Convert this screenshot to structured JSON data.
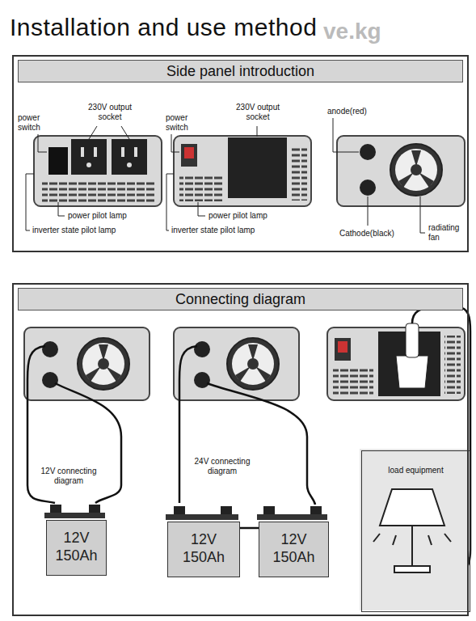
{
  "diagram": {
    "title": "Installation and use method",
    "nodes": [
      {
        "text": [
          "Side panel introduction"
        ]
      },
      {
        "text": [
          "Connecting diagram"
        ]
      },
      {
        "text": [
          "12V 150Ah"
        ],
        "in": 1
      },
      {
        "text": [
          "12V 150Ah"
        ],
        "in": 1
      },
      {
        "text": [
          "12V 150Ah"
        ],
        "in": 1
      },
      {
        "text": [
          "load equipment"
        ],
        "in": 1
      }
    ],
    "edges": [
      {
        "from": 3,
        "to": 4,
        "arrow": "none"
      }
    ],
    "labels": [
      "ve.kg",
      "power switch",
      "230V output socket",
      "power switch",
      "230V output socket",
      "anode(red)",
      "power pilot lamp",
      "inverter state pilot lamp",
      "power pilot lamp",
      "inverter state pilot lamp",
      "Cathode(black)",
      "radiating fan",
      "12V connecting diagram",
      "24V connecting diagram"
    ]
  }
}
